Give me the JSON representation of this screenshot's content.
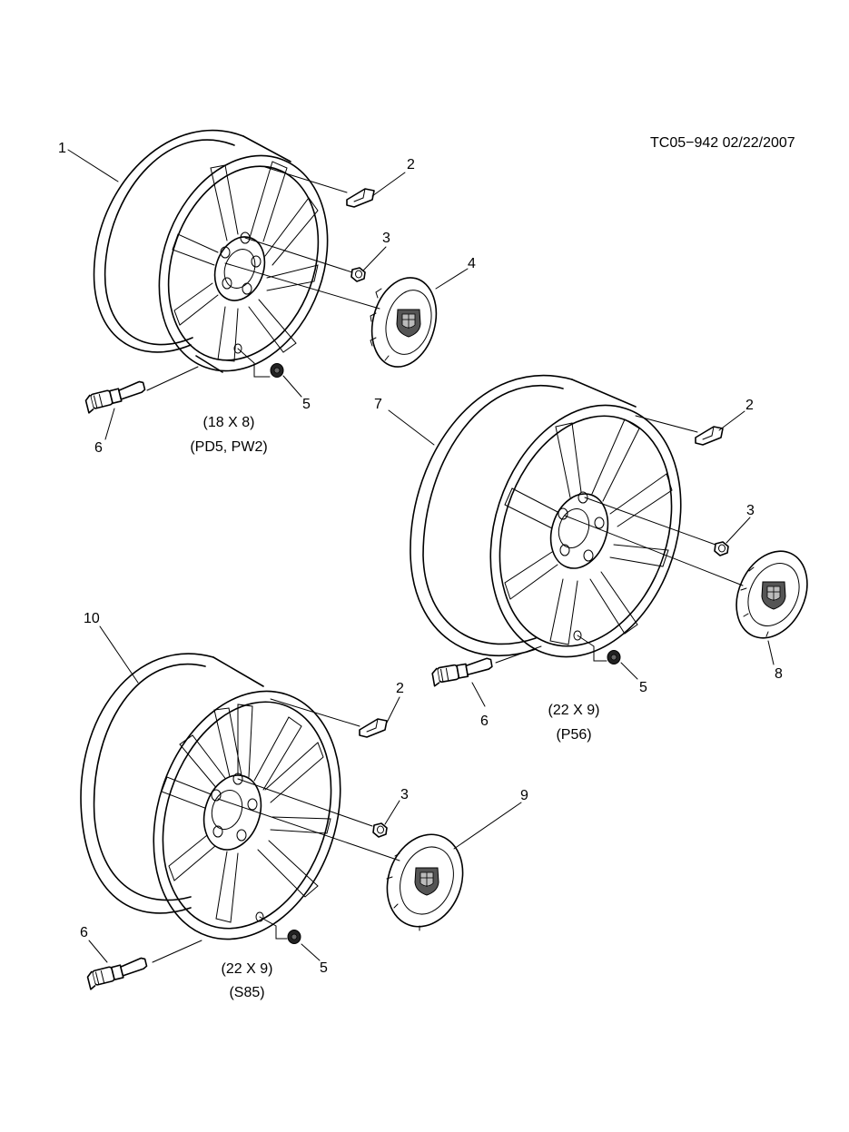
{
  "document_code": "TC05−942  02/22/2007",
  "callouts": {
    "c1": "1",
    "c2a": "2",
    "c3a": "3",
    "c4": "4",
    "c5a": "5",
    "c6a": "6",
    "c7": "7",
    "c2b": "2",
    "c3b": "3",
    "c5b": "5",
    "c6b": "6",
    "c8": "8",
    "c10": "10",
    "c2c": "2",
    "c3c": "3",
    "c9": "9",
    "c5c": "5",
    "c6c": "6"
  },
  "wheels": [
    {
      "size": "(18 X 8)",
      "codes": "(PD5, PW2)"
    },
    {
      "size": "(22 X 9)",
      "codes": "(P56)"
    },
    {
      "size": "(22 X 9)",
      "codes": "(S85)"
    }
  ]
}
